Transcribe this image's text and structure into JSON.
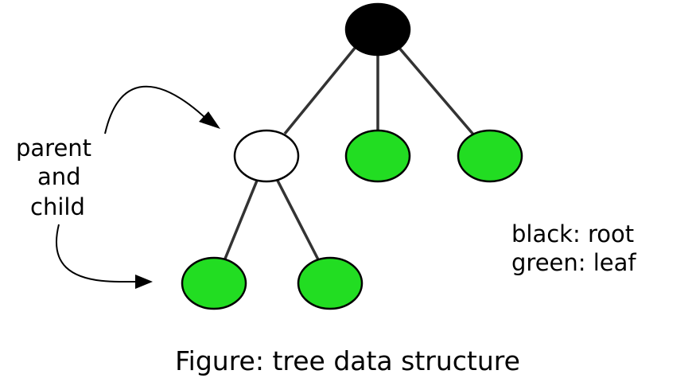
{
  "diagram": {
    "colors": {
      "root": "#000000",
      "internal": "#ffffff",
      "leaf": "#22dd22",
      "edge": "#333333",
      "outline": "#000000"
    },
    "nodes": [
      {
        "id": "root",
        "kind": "root"
      },
      {
        "id": "child-left",
        "kind": "internal"
      },
      {
        "id": "leaf-middle",
        "kind": "leaf"
      },
      {
        "id": "leaf-right",
        "kind": "leaf"
      },
      {
        "id": "leaf-bottom-left",
        "kind": "leaf"
      },
      {
        "id": "leaf-bottom-right",
        "kind": "leaf"
      }
    ],
    "edges": [
      {
        "from": "root",
        "to": "child-left"
      },
      {
        "from": "root",
        "to": "leaf-middle"
      },
      {
        "from": "root",
        "to": "leaf-right"
      },
      {
        "from": "child-left",
        "to": "leaf-bottom-left"
      },
      {
        "from": "child-left",
        "to": "leaf-bottom-right"
      }
    ],
    "annotation": {
      "line1": "parent",
      "line2": "and",
      "line3": "child"
    },
    "legend": {
      "root_line": "black: root",
      "leaf_line": "green: leaf"
    },
    "caption": "Figure: tree data structure"
  }
}
